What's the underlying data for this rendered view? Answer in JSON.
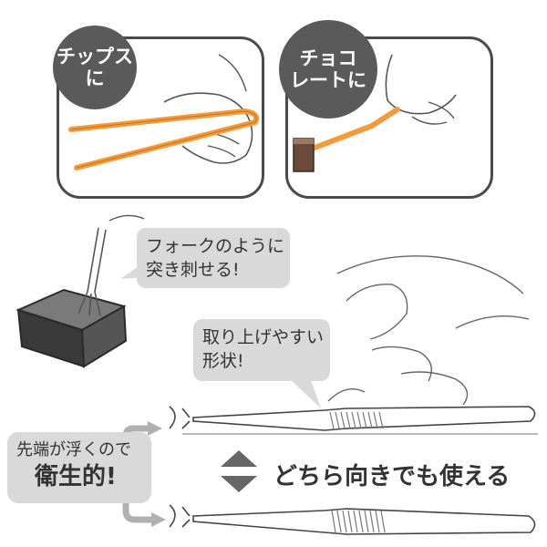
{
  "panels": {
    "chips": {
      "label_line1": "チップス",
      "label_line2": "に"
    },
    "chocolate": {
      "label_line1": "チョコ",
      "label_line2": "レートに"
    }
  },
  "callouts": {
    "fork": {
      "line1": "フォークのように",
      "line2": "突き刺せる!"
    },
    "grip": {
      "line1": "取り上げやすい",
      "line2": "形状!"
    },
    "hygiene": {
      "line1": "先端が浮くので",
      "line2": "衛生的!"
    }
  },
  "reversible": {
    "text": "どちら向きでも使える"
  },
  "colors": {
    "orange": "#f39a3a",
    "dark": "#4a4a4a",
    "bubble": "#d9d9d9"
  }
}
